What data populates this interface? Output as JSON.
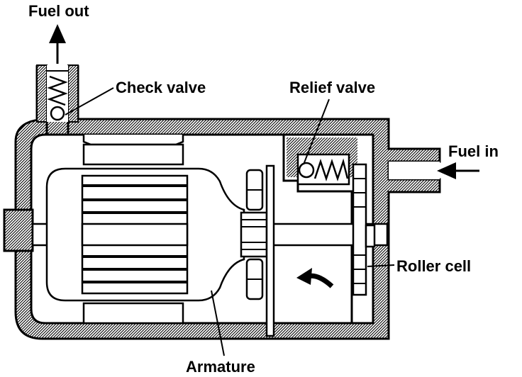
{
  "labels": {
    "fuel_out": "Fuel out",
    "check_valve": "Check valve",
    "relief_valve": "Relief valve",
    "fuel_in": "Fuel in",
    "roller_cell": "Roller cell",
    "armature": "Armature"
  },
  "colors": {
    "ink": "#000000",
    "paper": "#ffffff"
  }
}
